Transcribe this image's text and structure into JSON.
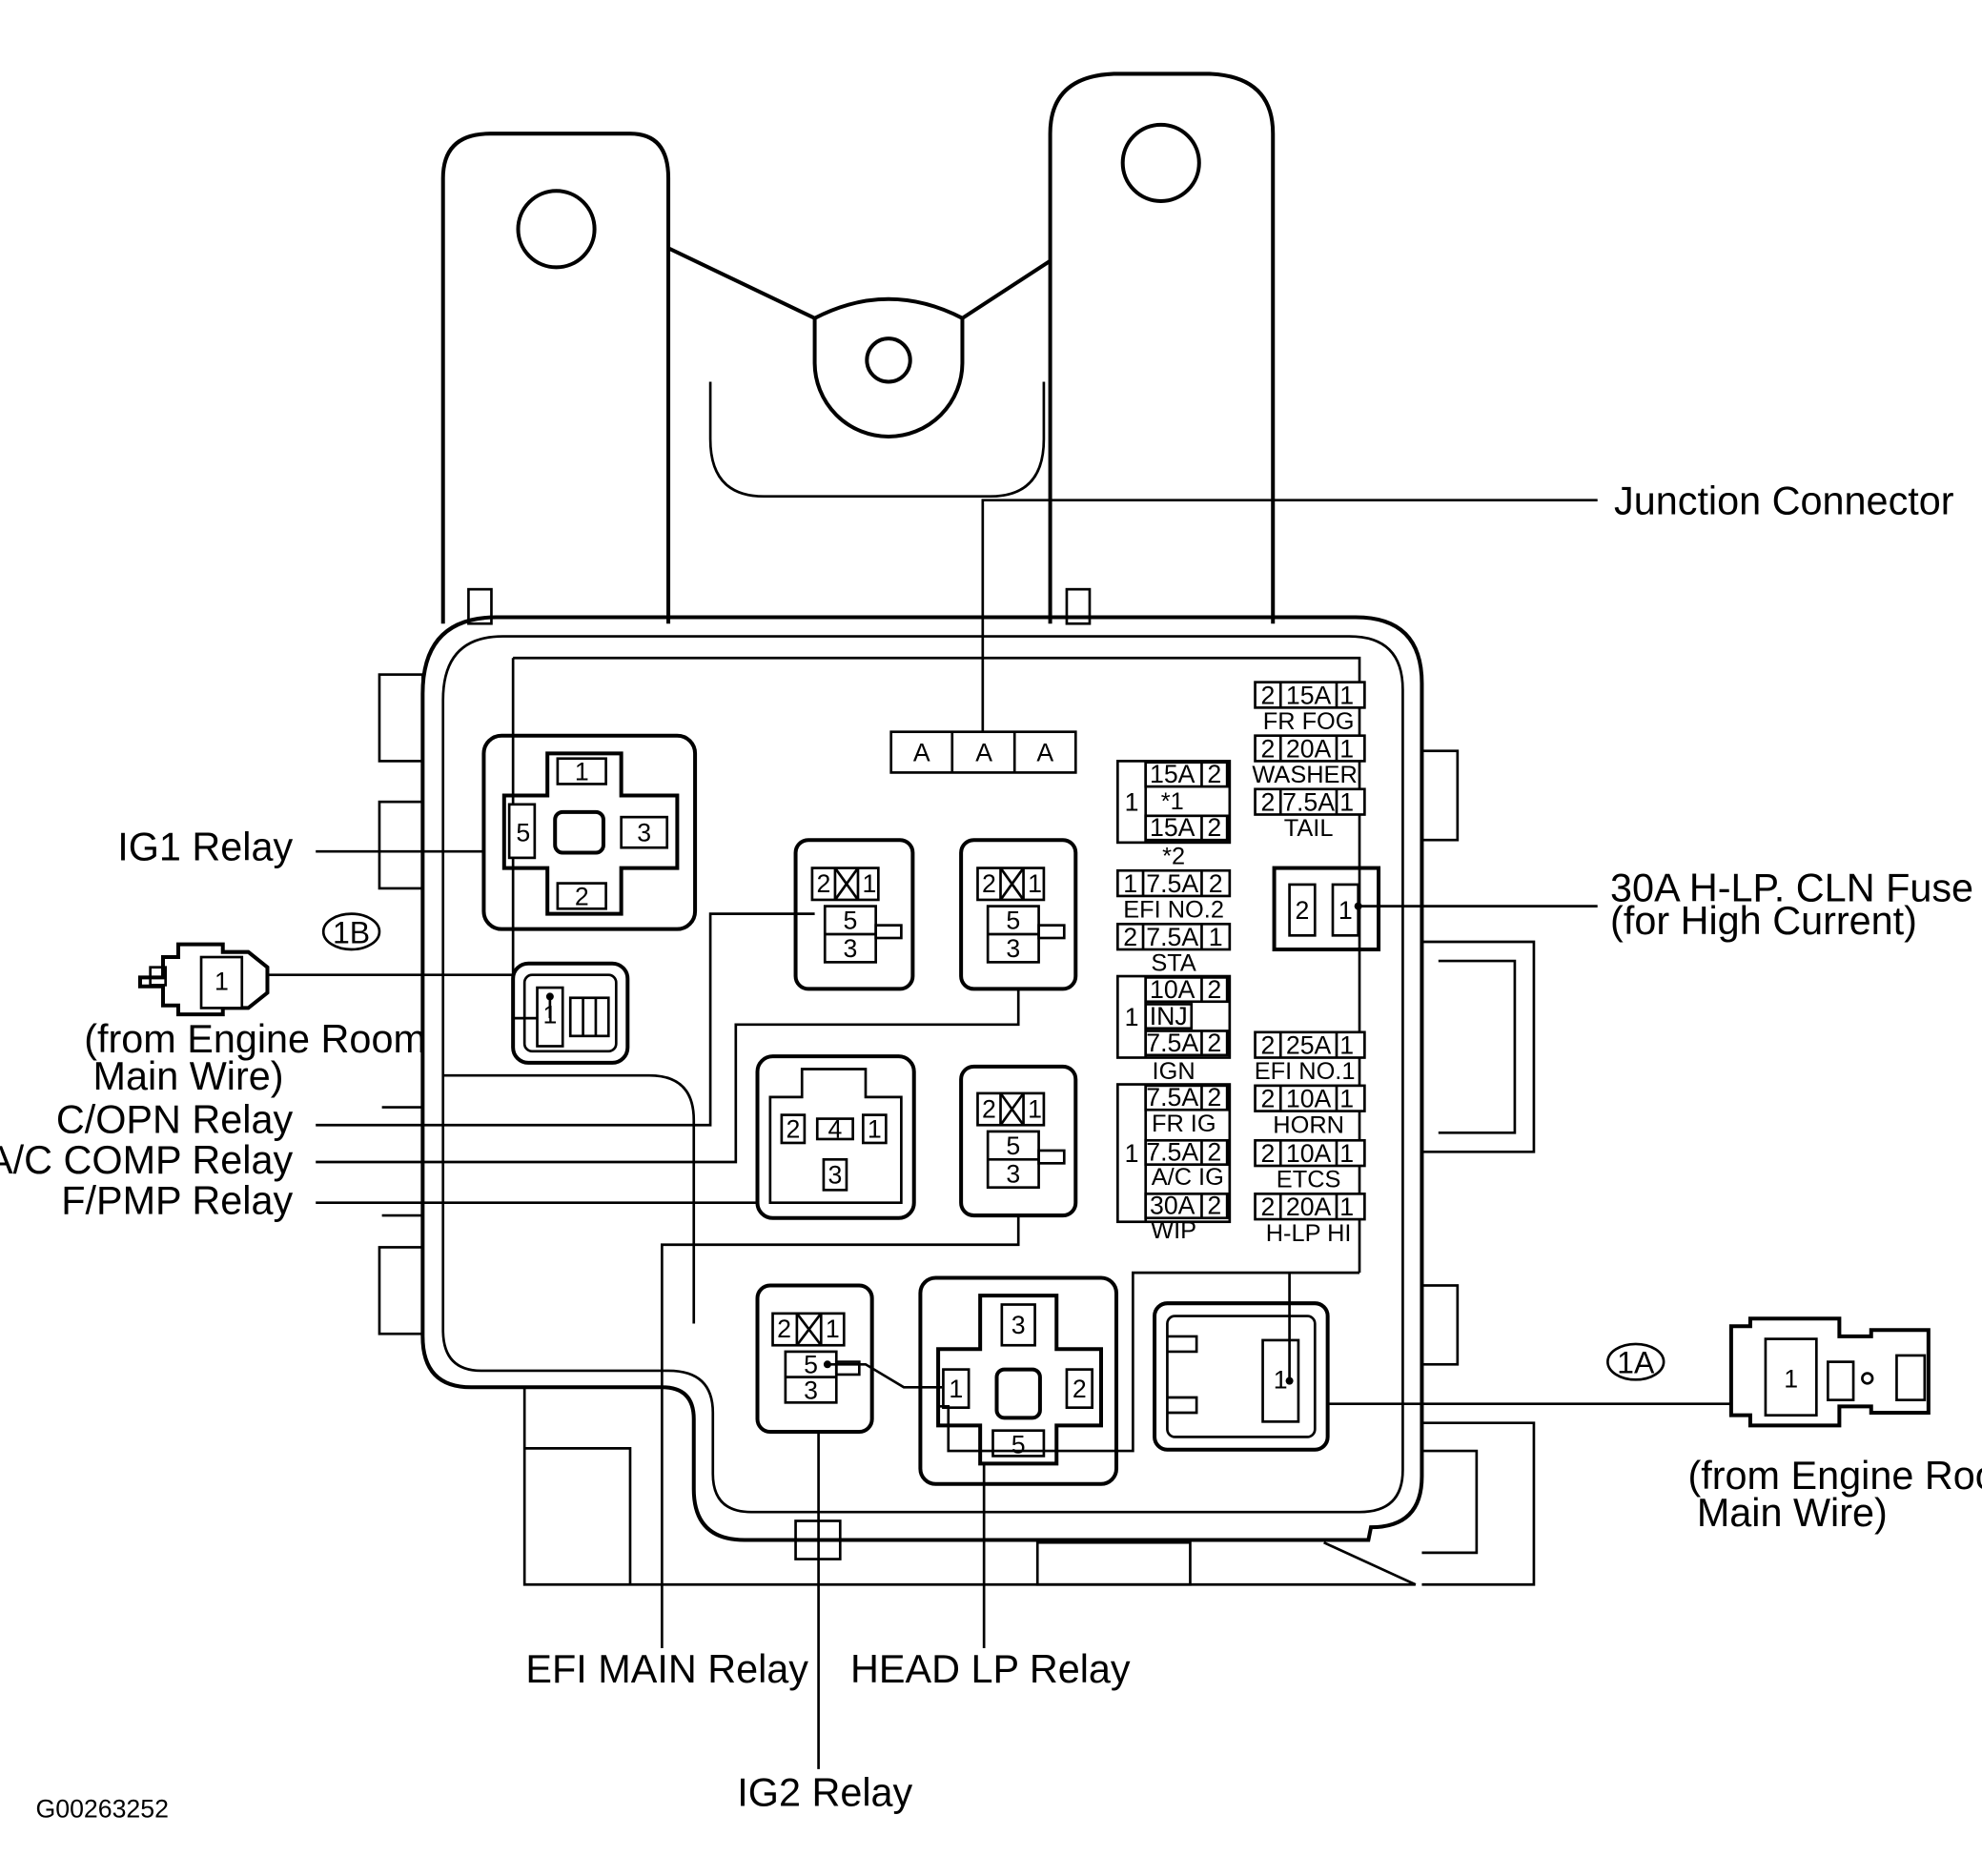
{
  "callouts": {
    "junction_connector": "Junction Connector",
    "fuse_30a_line1": "30A H-LP. CLN Fuse",
    "fuse_30a_line2": "(for High Current)",
    "ig1_relay": "IG1 Relay",
    "c_opn_relay": "C/OPN Relay",
    "ac_comp_relay": "A/C COMP Relay",
    "f_pmp_relay": "F/PMP Relay",
    "efi_main_relay": "EFI MAIN Relay",
    "head_lp_relay": "HEAD LP Relay",
    "ig2_relay": "IG2 Relay",
    "left_from_line1": "(from Engine Room",
    "left_from_line2": "Main Wire)",
    "right_from_line1": "(from Engine Room",
    "right_from_line2": "Main Wire)",
    "connector_1b": "1B",
    "connector_1a": "1A",
    "figure_code": "G00263252"
  },
  "junction_connector_cells": [
    "A",
    "A",
    "A"
  ],
  "pins": {
    "p1": "1",
    "p2": "2",
    "p3": "3",
    "p4": "4",
    "p5": "5"
  },
  "fuses_right": [
    {
      "left": "2",
      "amp": "15A",
      "right": "1",
      "name": "FR FOG"
    },
    {
      "left": "2",
      "amp": "20A",
      "right": "1",
      "name": "WASHER"
    },
    {
      "left": "2",
      "amp": "7.5A",
      "right": "1",
      "name": "TAIL"
    },
    {
      "left": "2",
      "amp": "25A",
      "right": "1",
      "name": "EFI NO.1"
    },
    {
      "left": "2",
      "amp": "10A",
      "right": "1",
      "name": "HORN"
    },
    {
      "left": "2",
      "amp": "10A",
      "right": "1",
      "name": "ETCS"
    },
    {
      "left": "2",
      "amp": "20A",
      "right": "1",
      "name": "H-LP HI"
    }
  ],
  "fuses_middle": {
    "group1": {
      "common_pin": "1",
      "top_amp": "15A",
      "top_pin": "2",
      "mid": "*1",
      "bot_amp": "15A",
      "bot_pin": "2",
      "note": "*2"
    },
    "efi_no2": {
      "left": "1",
      "amp": "7.5A",
      "right": "2",
      "name": "EFI NO.2"
    },
    "sta": {
      "left": "2",
      "amp": "7.5A",
      "right": "1",
      "name": "STA"
    },
    "group2": {
      "common_pin": "1",
      "top_amp": "10A",
      "top_pin": "2",
      "mid": "INJ",
      "bot_amp": "7.5A",
      "bot_pin": "2",
      "name": "IGN"
    },
    "group3": {
      "common_pin": "1",
      "a_amp": "7.5A",
      "a_pin": "2",
      "a_name": "FR IG",
      "b_amp": "7.5A",
      "b_pin": "2",
      "b_name": "A/C IG",
      "c_amp": "30A",
      "c_pin": "2",
      "c_name": "WIP"
    }
  }
}
